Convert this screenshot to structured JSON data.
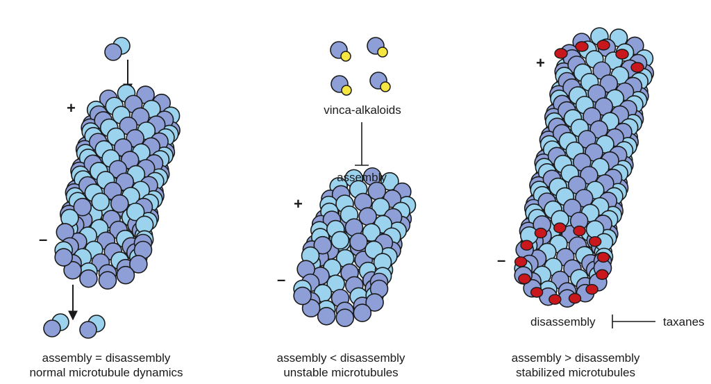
{
  "panels": [
    {
      "id": "normal",
      "caption_line1": "assembly = disassembly",
      "caption_line2": "normal microtubule dynamics",
      "plus": "+",
      "minus": "–"
    },
    {
      "id": "unstable",
      "drug": "vinca-alkaloids",
      "process": "assembly",
      "caption_line1": "assembly < disassembly",
      "caption_line2": "unstable microtubules",
      "plus": "+",
      "minus": "–"
    },
    {
      "id": "stabilized",
      "drug": "taxanes",
      "process": "disassembly",
      "caption_line1": "assembly > disassembly",
      "caption_line2": "stabilized microtubules",
      "plus": "+",
      "minus": "–"
    }
  ],
  "colors": {
    "tubulin_dark": "#8e9fd8",
    "tubulin_light": "#9bd3ef",
    "lumen": "#e3f3fb",
    "vinca": "#f5e642",
    "taxane": "#c8181e",
    "outline": "#1a1a1a"
  }
}
